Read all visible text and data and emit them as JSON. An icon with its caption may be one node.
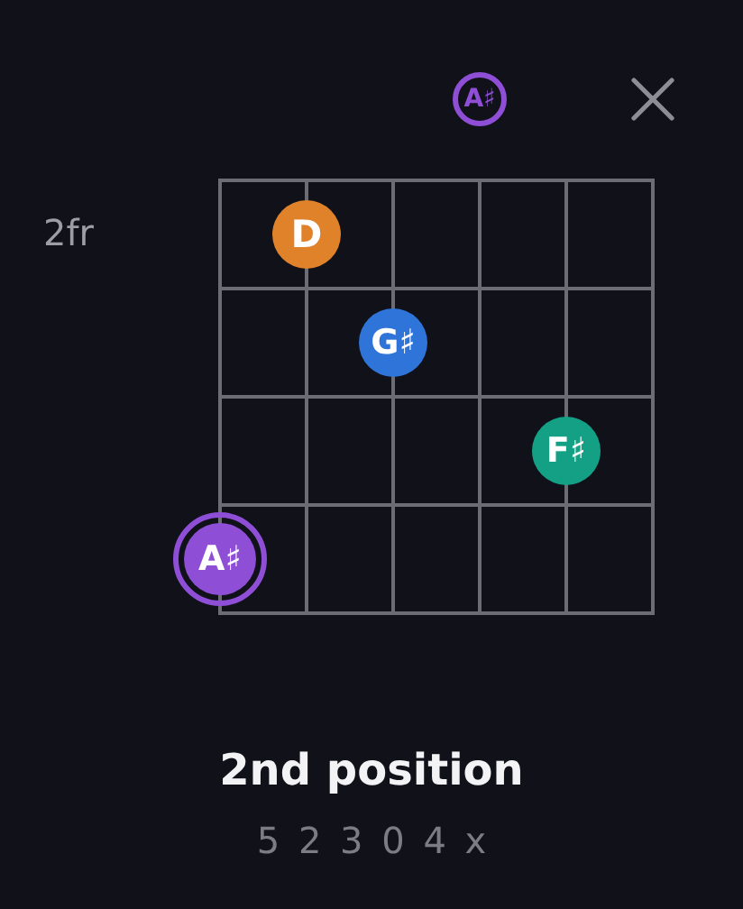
{
  "diagram": {
    "title": "2nd position",
    "nodes": [
      {
        "text": [
          "A♯"
        ]
      },
      {
        "text": [
          "D"
        ]
      },
      {
        "text": [
          "G♯"
        ]
      },
      {
        "text": [
          "F♯"
        ]
      },
      {
        "text": [
          "A♯"
        ]
      }
    ],
    "labels": [
      "2fr",
      "5 2 3 0 4 x"
    ]
  }
}
